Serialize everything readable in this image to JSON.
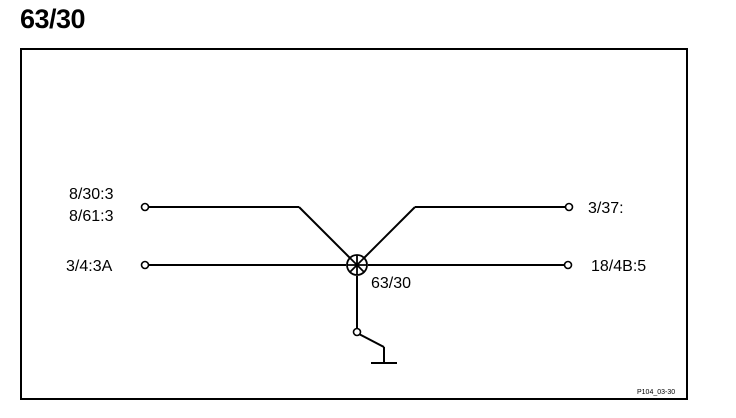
{
  "title": "63/30",
  "diagram": {
    "left_top_label_1": "8/30:3",
    "left_top_label_2": "8/61:3",
    "left_mid_label": "3/4:3A",
    "right_top_label": "3/37:",
    "right_mid_label": "18/4B:5",
    "junction_label": "63/30",
    "reference_code": "P104_03-30"
  }
}
